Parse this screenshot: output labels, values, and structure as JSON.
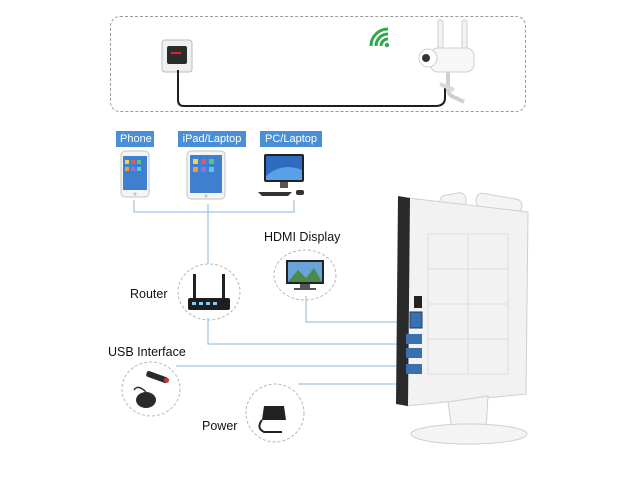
{
  "devices": [
    {
      "label": "Phone"
    },
    {
      "label": "iPad/Laptop"
    },
    {
      "label": "PC/Laptop"
    }
  ],
  "labels": {
    "hdmi": "HDMI Display",
    "router": "Router",
    "usb": "USB Interface",
    "power": "Power"
  },
  "colors": {
    "tag_blue": "#4a8fd6",
    "connector_blue": "#9fc3e6",
    "wifi_green": "#2ea84a"
  }
}
